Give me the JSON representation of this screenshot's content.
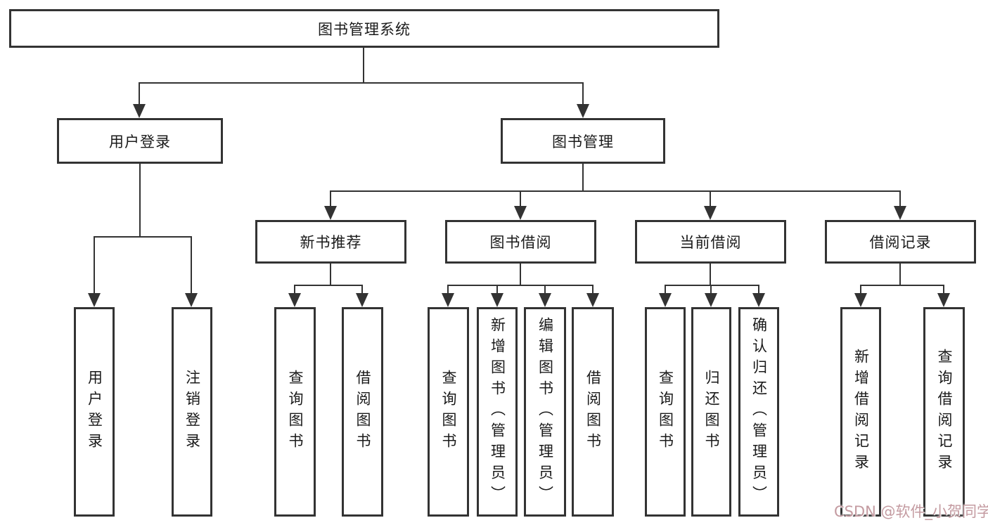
{
  "diagram": {
    "root": {
      "label": "图书管理系统"
    },
    "branches": [
      {
        "label": "用户登录",
        "children": [
          {
            "label": "用户登录"
          },
          {
            "label": "注销登录"
          }
        ]
      },
      {
        "label": "图书管理",
        "children": [
          {
            "label": "新书推荐",
            "children": [
              {
                "label": "查询图书"
              },
              {
                "label": "借阅图书"
              }
            ]
          },
          {
            "label": "图书借阅",
            "children": [
              {
                "label": "查询图书"
              },
              {
                "label": "新增图书（管理员）"
              },
              {
                "label": "编辑图书（管理员）"
              },
              {
                "label": "借阅图书"
              }
            ]
          },
          {
            "label": "当前借阅",
            "children": [
              {
                "label": "查询图书"
              },
              {
                "label": "归还图书"
              },
              {
                "label": "确认归还（管理员）"
              }
            ]
          },
          {
            "label": "借阅记录",
            "children": [
              {
                "label": "新增借阅记录"
              },
              {
                "label": "查询借阅记录"
              }
            ]
          }
        ]
      }
    ]
  },
  "watermark": {
    "text": "CSDN @软件_小贺同学",
    "color": "#c49ba1"
  },
  "colors": {
    "line": "#333333",
    "box_border": "#333333",
    "box_bg": "#ffffff",
    "text": "#1a1a1a"
  }
}
